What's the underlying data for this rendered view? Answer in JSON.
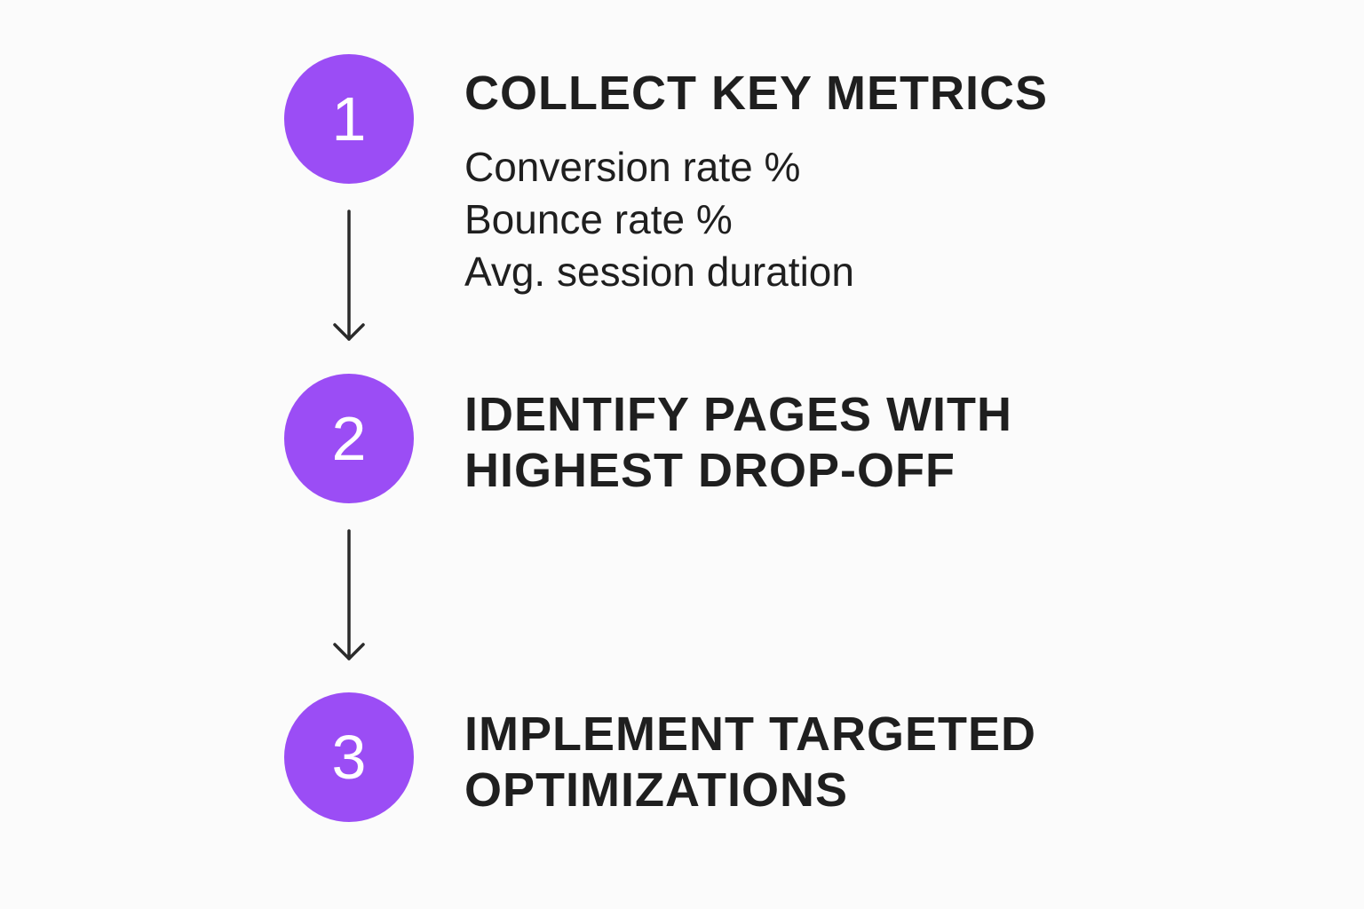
{
  "accent_color": "#9b4df5",
  "steps": [
    {
      "number": "1",
      "title_lines": [
        "COLLECT KEY METRICS"
      ],
      "details": [
        "Conversion rate %",
        "Bounce rate %",
        "Avg. session duration"
      ]
    },
    {
      "number": "2",
      "title_lines": [
        "IDENTIFY PAGES WITH",
        "HIGHEST DROP-OFF"
      ]
    },
    {
      "number": "3",
      "title_lines": [
        "IMPLEMENT TARGETED",
        "OPTIMIZATIONS"
      ]
    }
  ]
}
